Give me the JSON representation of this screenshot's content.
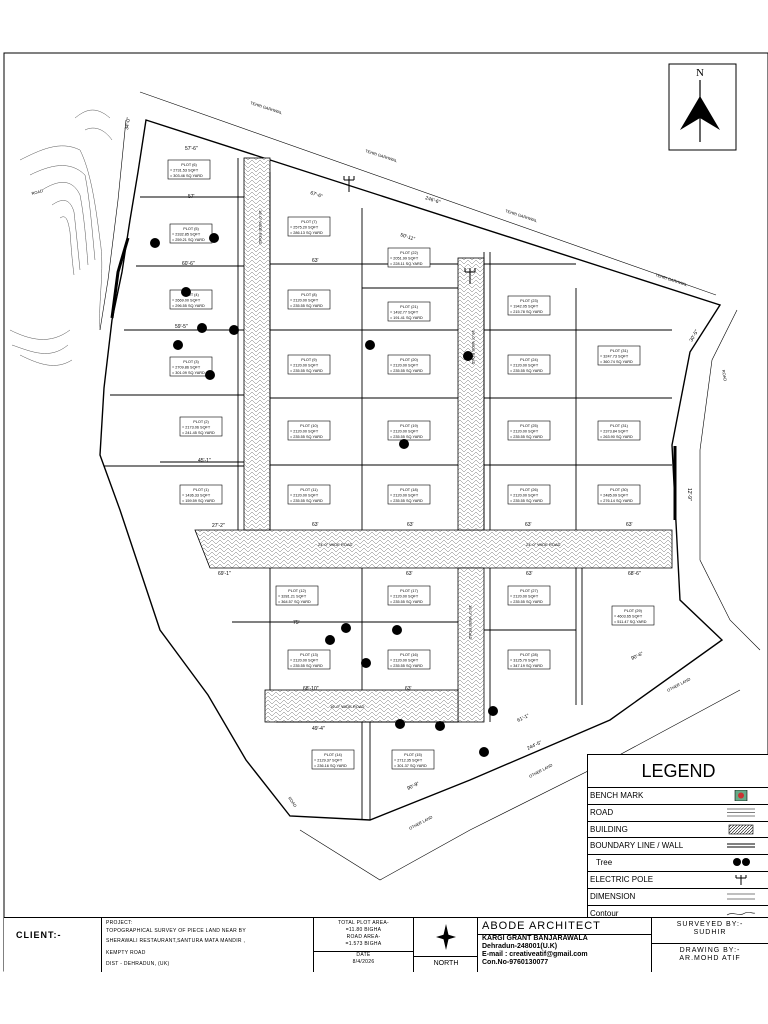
{
  "north_label": "N",
  "roads": {
    "tehri_top": "TEHRI GARHWAL",
    "tehri_mid": "TEHRI GARHWAL",
    "tehri_right1": "TEHRI GARHWAL",
    "tehri_right2": "TEHRI GARHWAL",
    "road_left": "ROAD",
    "road_right": "ROAD",
    "road_bottom": "ROAD",
    "main_road_left": "24'-0\" WIDE ROAD",
    "main_road_right": "24'-0\" WIDE ROAD",
    "v_road_left": "16'-0\" WIDE ROAD",
    "v_road_mid": "16'-0\" WIDE ROAD",
    "v_road_lower": "16'-0\" WIDE ROAD",
    "h_road_lower": "16'-0\" WIDE ROAD",
    "other_land_1": "OTHER LAND",
    "other_land_2": "OTHER LAND",
    "other_land_3": "OTHER LAND"
  },
  "dims": {
    "d1": "57'-6\"",
    "d2": "57'",
    "d3": "60'-6\"",
    "d4": "59'-5\"",
    "d5": "45'-1\"",
    "d6": "27'-2\"",
    "d7": "67'-6\"",
    "d8": "63'",
    "d9": "246'-6\"",
    "d10": "50'-11\"",
    "d11": "63'",
    "d12": "63'",
    "d13": "63'",
    "d14": "63'",
    "d15": "69'-1\"",
    "d16": "63'",
    "d17": "63'",
    "d18": "68'-6\"",
    "d19": "75'",
    "d20": "68'-10\"",
    "d21": "63'",
    "d22": "49'-4\"",
    "d23": "61'-1\"",
    "d24": "90'-9\"",
    "d25": "90'-6\"",
    "d26": "244'-5\"",
    "d27": "12'-9\"",
    "d28": "30'-5\"",
    "d29": "34'-0\""
  },
  "plots": [
    {
      "name": "PLOT (6)",
      "sqft": "= 2731.53 SQFT",
      "yard": "= 303.46 SQ.YARD"
    },
    {
      "name": "PLOT (5)",
      "sqft": "= 2332.85 SQFT",
      "yard": "= 259.21 SQ.YARD"
    },
    {
      "name": "PLOT (4)",
      "sqft": "= 2669.00 SQFT",
      "yard": "= 296.55 SQ.YARD"
    },
    {
      "name": "PLOT (3)",
      "sqft": "= 2709.86 SQFT",
      "yard": "= 301.09 SQ.YARD"
    },
    {
      "name": "PLOT (2)",
      "sqft": "= 2173.06 SQFT",
      "yard": "= 241.45 SQ.YARD"
    },
    {
      "name": "PLOT (1)",
      "sqft": "= 1436.33 SQFT",
      "yard": "= 159.59 SQ.YARD"
    },
    {
      "name": "PLOT (7)",
      "sqft": "= 2575.20 SQFT",
      "yard": "= 286.13 SQ.YARD"
    },
    {
      "name": "PLOT (8)",
      "sqft": "= 2120.00 SQFT",
      "yard": "= 235.55 SQ.YARD"
    },
    {
      "name": "PLOT (9)",
      "sqft": "= 2120.00 SQFT",
      "yard": "= 235.55 SQ.YARD"
    },
    {
      "name": "PLOT (10)",
      "sqft": "= 2120.00 SQFT",
      "yard": "= 235.55 SQ.YARD"
    },
    {
      "name": "PLOT (11)",
      "sqft": "= 2120.00 SQFT",
      "yard": "= 235.55 SQ.YARD"
    },
    {
      "name": "PLOT (22)",
      "sqft": "= 2051.99 SQFT",
      "yard": "= 228.11 SQ.YARD"
    },
    {
      "name": "PLOT (21)",
      "sqft": "= 1492.77 SQFT",
      "yard": "= 191.41 SQ.YARD"
    },
    {
      "name": "PLOT (20)",
      "sqft": "= 2120.00 SQFT",
      "yard": "= 235.55 SQ.YARD"
    },
    {
      "name": "PLOT (19)",
      "sqft": "= 2120.00 SQFT",
      "yard": "= 235.55 SQ.YARD"
    },
    {
      "name": "PLOT (18)",
      "sqft": "= 2120.00 SQFT",
      "yard": "= 235.55 SQ.YARD"
    },
    {
      "name": "PLOT (23)",
      "sqft": "= 1942.05 SQFT",
      "yard": "= 215.78 SQ.YARD"
    },
    {
      "name": "PLOT (24)",
      "sqft": "= 2120.00 SQFT",
      "yard": "= 235.55 SQ.YARD"
    },
    {
      "name": "PLOT (25)",
      "sqft": "= 2120.00 SQFT",
      "yard": "= 235.55 SQ.YARD"
    },
    {
      "name": "PLOT (26)",
      "sqft": "= 2120.00 SQFT",
      "yard": "= 235.55 SQ.YARD"
    },
    {
      "name": "PLOT (31)",
      "sqft": "= 3247.73 SQFT",
      "yard": "= 360.74 SQ.YARD"
    },
    {
      "name": "PLOT (31)",
      "sqft": "= 2373.84 SQFT",
      "yard": "= 263.90 SQ.YARD"
    },
    {
      "name": "PLOT (30)",
      "sqft": "= 2485.09 SQFT",
      "yard": "= 276.14 SQ.YARD"
    },
    {
      "name": "PLOT (12)",
      "sqft": "= 3281.21 SQFT",
      "yard": "= 364.57 SQ.YARD"
    },
    {
      "name": "PLOT (13)",
      "sqft": "= 2120.00 SQFT",
      "yard": "= 235.55 SQ.YARD"
    },
    {
      "name": "PLOT (14)",
      "sqft": "= 2129.37 SQFT",
      "yard": "= 236.16 SQ.YARD"
    },
    {
      "name": "PLOT (17)",
      "sqft": "= 2120.00 SQFT",
      "yard": "= 235.55 SQ.YARD"
    },
    {
      "name": "PLOT (16)",
      "sqft": "= 2120.00 SQFT",
      "yard": "= 235.55 SQ.YARD"
    },
    {
      "name": "PLOT (15)",
      "sqft": "= 2712.35 SQFT",
      "yard": "= 301.37 SQ.YARD"
    },
    {
      "name": "PLOT (27)",
      "sqft": "= 2120.00 SQFT",
      "yard": "= 235.55 SQ.YARD"
    },
    {
      "name": "PLOT (28)",
      "sqft": "= 3125.70 SQFT",
      "yard": "= 347.19 SQ.YARD"
    },
    {
      "name": "PLOT (29)",
      "sqft": "= 4603.65 SQFT",
      "yard": "= 511.47 SQ.YARD"
    }
  ],
  "legend": {
    "title": "LEGEND",
    "items": [
      "BENCH MARK",
      "ROAD",
      "BUILDING",
      "BOUNDARY LINE / WALL",
      "Tree",
      "ELECTRIC POLE",
      "DIMENSION",
      "Contour"
    ]
  },
  "title_block": {
    "client_label": "CLIENT:-",
    "project_label": "PROJECT:",
    "project_line1": "TOPOGRAPHICAL SURVEY  OF PIECE  LAND NEAR BY",
    "project_line2": " SHERAWALI RESTAURANT,SANTURA MATA MANDIR ,",
    "project_line3": "KEMPTY ROAD",
    "project_line4": "DIST - DEHRADUN, (UK)",
    "total_area_label": "TOTAL PLOT AREA-",
    "total_area_value": "=11.80 BIGHA",
    "road_area_label": "ROAD AREA-",
    "road_area_value": "=1.573 BIGHA",
    "date_label": "DATE",
    "date_value": "8/4/2026",
    "north_label": "NORTH",
    "firm_name": "ABODE ARCHITECT",
    "firm_addr1": "KARGI GRANT BANJARAWALA",
    "firm_addr2": "Dehradun-248001(U.K)",
    "firm_email": "E-mail : creativeatif@gmail.com",
    "firm_phone": "Con.No-9760130077",
    "surveyed_label": "SURVEYED BY:-",
    "surveyed_value": "SUDHIR",
    "drawing_label": "DRAWING BY:-",
    "drawing_value": "AR.MOHD ATIF"
  }
}
